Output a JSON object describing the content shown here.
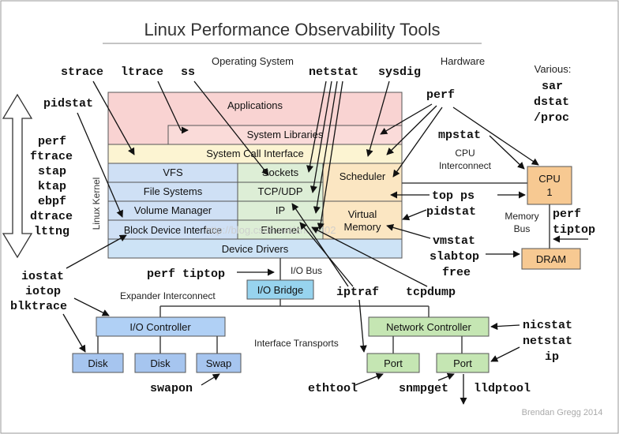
{
  "title": "Linux Performance Observability Tools",
  "credit": "Brendan Gregg 2014",
  "watermark": "http://blog.csdn.net/zhuls302",
  "colors": {
    "apps": "#f9d3d2",
    "syscall": "#fcf4d2",
    "vfs": "#cfe0f5",
    "net": "#ddeed6",
    "sched": "#fbe6c2",
    "drivers": "#cde3f6",
    "bridge": "#97d3ee",
    "ioctrl": "#b0d0f5",
    "disk": "#a6c5ef",
    "netctrl": "#c5e6b3",
    "port": "#c5e6b3",
    "cpu": "#f7c992",
    "dram": "#f7c992",
    "line": "#444444"
  },
  "labels": {
    "operating_system": "Operating System",
    "hardware": "Hardware",
    "linux_kernel": "Linux Kernel",
    "cpu_interconnect_1": "CPU",
    "cpu_interconnect_2": "Interconnect",
    "memory_bus_1": "Memory",
    "memory_bus_2": "Bus",
    "io_bus": "I/O Bus",
    "expander_interconnect": "Expander Interconnect",
    "interface_transports": "Interface Transports",
    "various_heading": "Various:"
  },
  "blocks": {
    "applications": "Applications",
    "system_libraries": "System Libraries",
    "system_call_interface": "System Call Interface",
    "vfs": "VFS",
    "file_systems": "File Systems",
    "volume_manager": "Volume Manager",
    "block_device_interface": "Block Device Interface",
    "sockets": "Sockets",
    "tcp_udp": "TCP/UDP",
    "ip": "IP",
    "ethernet": "Ethernet",
    "scheduler": "Scheduler",
    "virtual_memory_1": "Virtual",
    "virtual_memory_2": "Memory",
    "device_drivers": "Device Drivers",
    "io_bridge": "I/O Bridge",
    "io_controller": "I/O Controller",
    "disk_1": "Disk",
    "disk_2": "Disk",
    "swap": "Swap",
    "network_controller": "Network Controller",
    "port_1": "Port",
    "port_2": "Port",
    "cpu_1": "CPU",
    "cpu_2": "1",
    "dram": "DRAM"
  },
  "tools": {
    "strace": "strace",
    "ltrace": "ltrace",
    "ss": "ss",
    "netstat": "netstat",
    "sysdig": "sysdig",
    "perf_top": "perf",
    "pidstat_left": "pidstat",
    "left_stack": [
      "perf",
      "ftrace",
      "stap",
      "ktap",
      "ebpf",
      "dtrace",
      "lttng"
    ],
    "various": [
      "sar",
      "dstat",
      "/proc"
    ],
    "mpstat": "mpstat",
    "top_ps": "top ps",
    "pidstat_right": "pidstat",
    "perf_right": "perf",
    "tiptop_right": "tiptop",
    "vmstat": "vmstat",
    "slabtop": "slabtop",
    "free": "free",
    "iostat_stack": [
      "iostat",
      "iotop",
      "blktrace"
    ],
    "perf_tiptop": "perf tiptop",
    "iptraf": "iptraf",
    "tcpdump": "tcpdump",
    "nicstat_stack": [
      "nicstat",
      "netstat",
      "ip"
    ],
    "swapon": "swapon",
    "ethtool": "ethtool",
    "snmpget": "snmpget",
    "lldptool": "lldptool"
  }
}
